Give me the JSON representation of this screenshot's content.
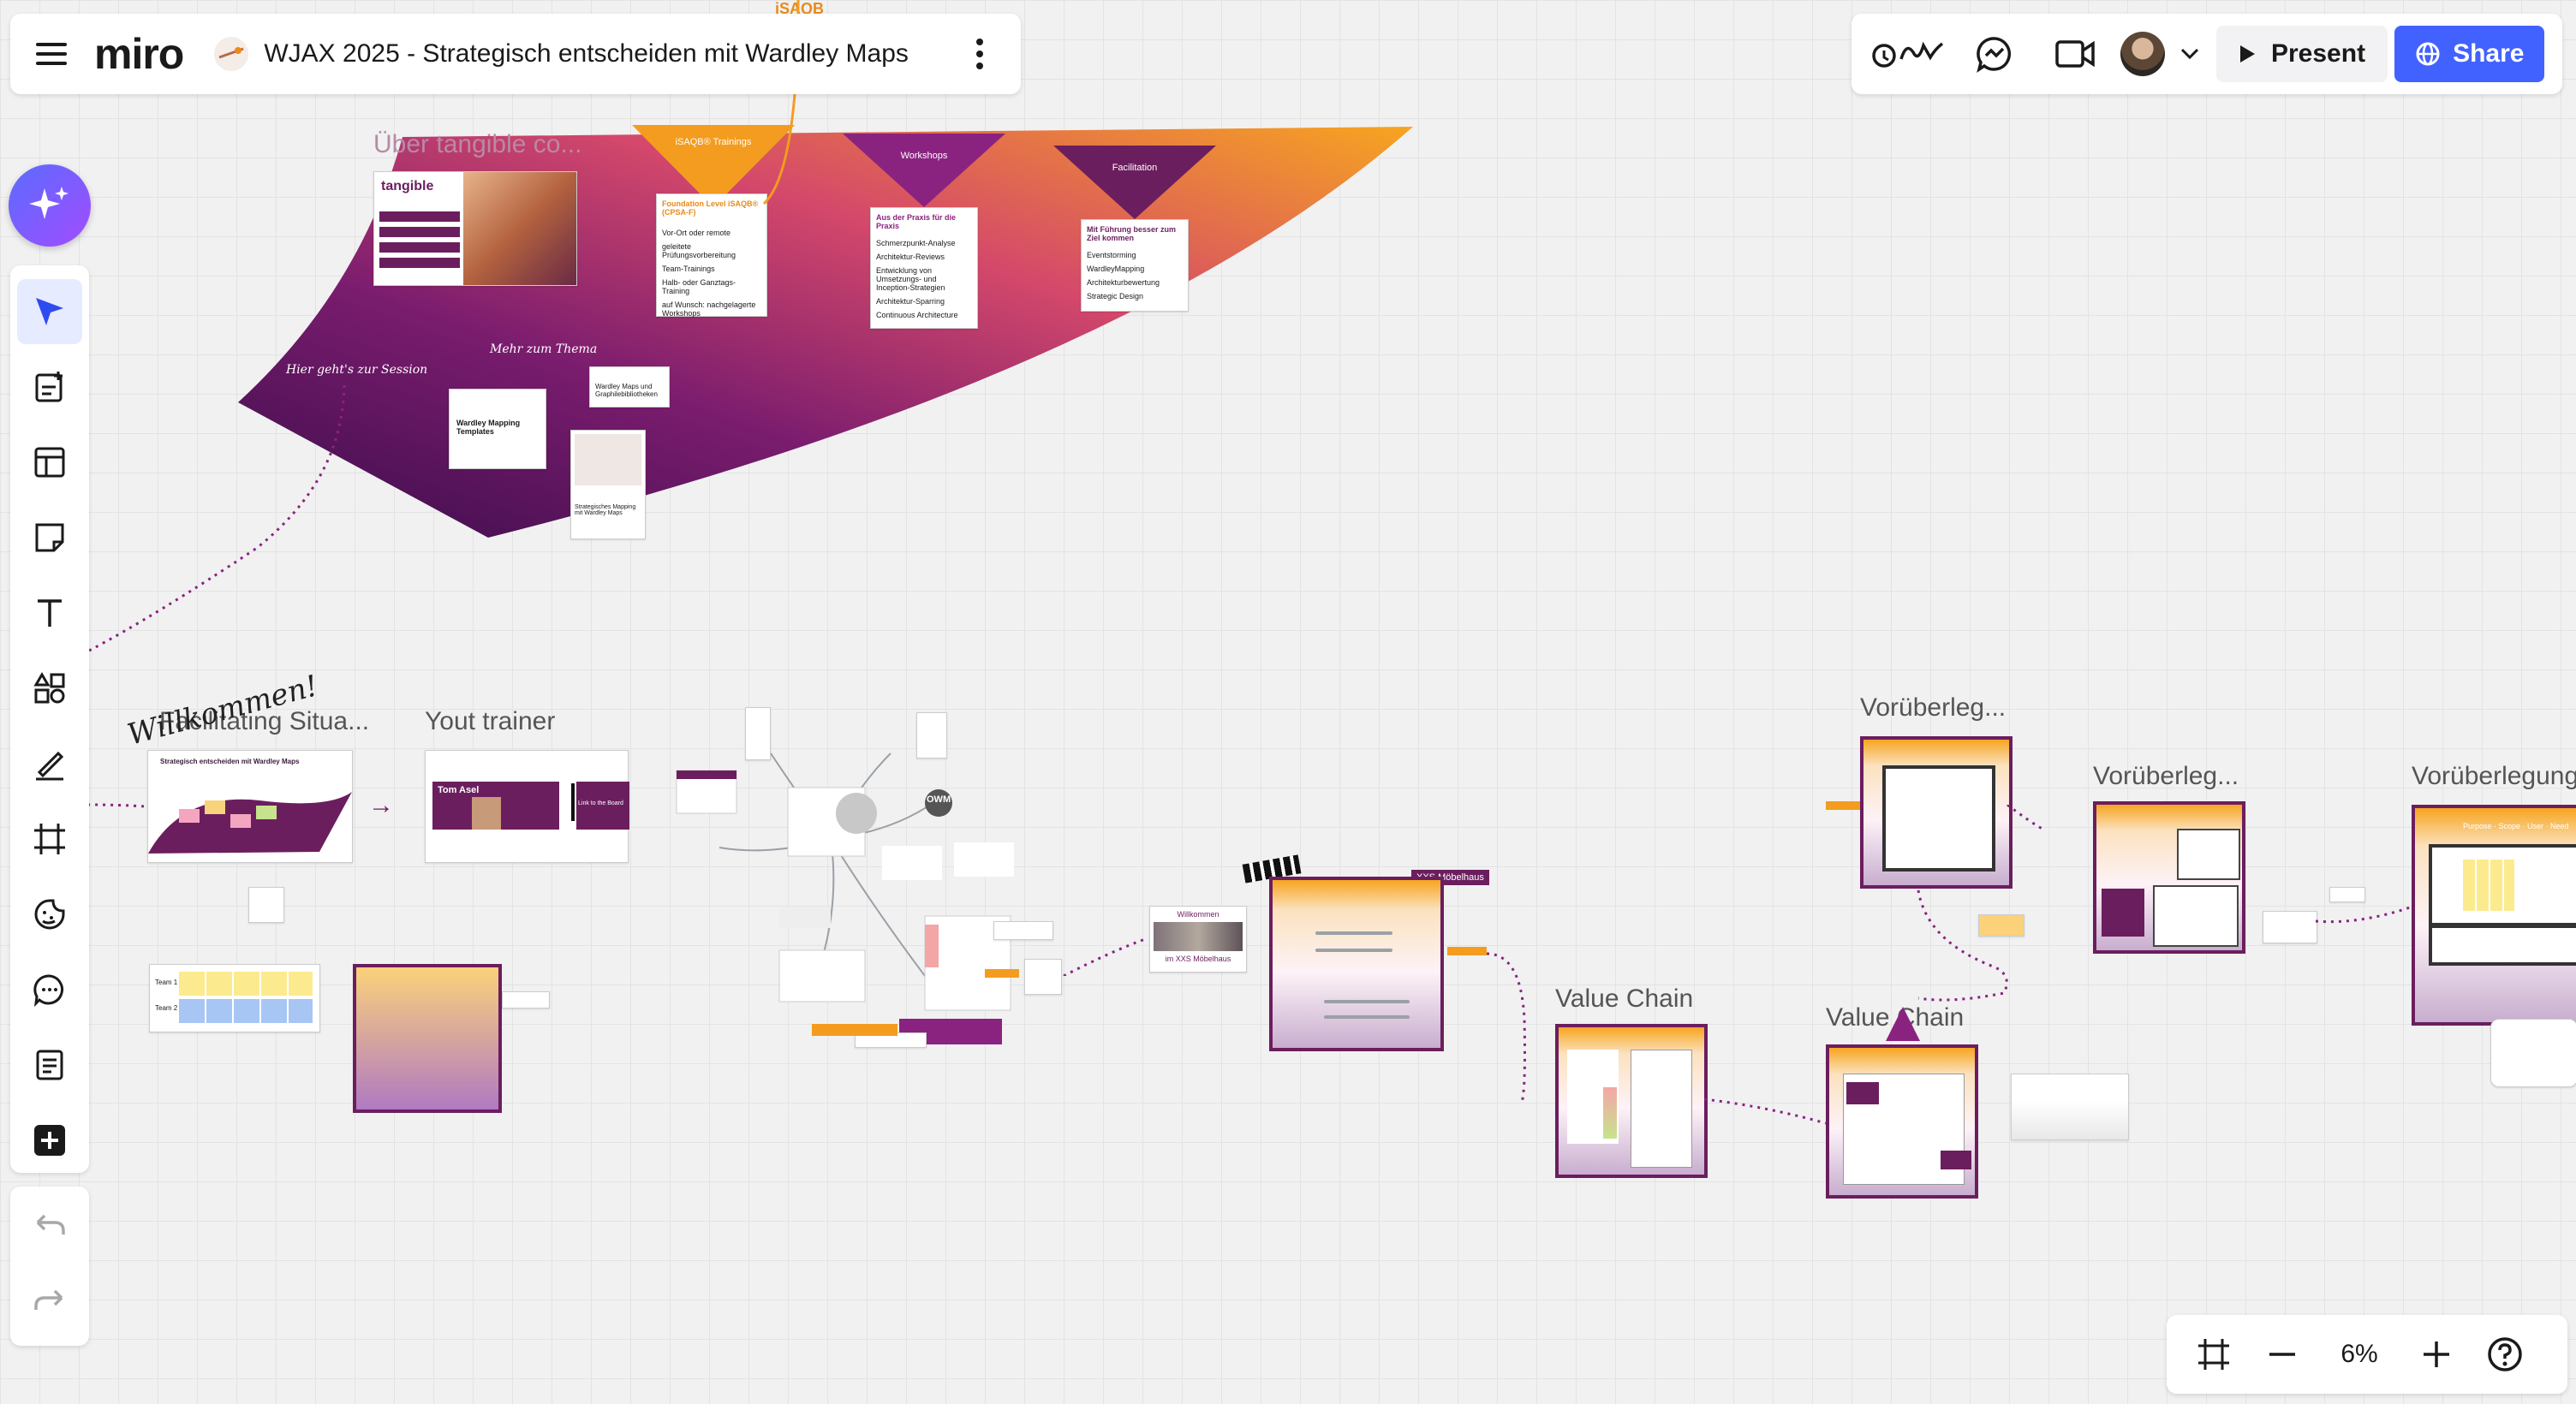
{
  "header": {
    "logo": "miro",
    "board_title": "WJAX 2025 - Strategisch entscheiden mit Wardley Maps"
  },
  "toolbar_right": {
    "present_label": "Present",
    "share_label": "Share"
  },
  "zoom": {
    "level": "6%"
  },
  "canvas": {
    "top_banner": {
      "title": "Über tangible co...",
      "label_top": "iSAQB",
      "triangles": [
        "iSAQB® Trainings",
        "Workshops",
        "Facilitation"
      ],
      "card1_title": "Foundation Level iSAQB® (CPSA-F)",
      "card1_items": [
        "Vor-Ort oder remote",
        "geleitete Prüfungsvorbereitung",
        "Team-Trainings",
        "Halb- oder Ganztags-Training",
        "auf Wunsch: nachgelagerte Workshops"
      ],
      "card2_title": "Aus der Praxis für die Praxis",
      "card2_items": [
        "Schmerzpunkt-Analyse",
        "Architektur-Reviews",
        "Entwicklung von Umsetzungs- und Inception-Strategien",
        "Architektur-Sparring",
        "Continuous Architecture"
      ],
      "card3_title": "Mit Führung besser zum Ziel kommen",
      "card3_items": [
        "Eventstorming",
        "WardleyMapping",
        "Architekturbewertung",
        "Strategic Design"
      ],
      "handwriting_session": "Hier geht's zur Session",
      "handwriting_more": "Mehr zum Thema",
      "card_templates": "Wardley Mapping Templates",
      "card_maps_books": "Wardley Maps und Graphilebibliotheken",
      "card_strategic": "Strategisches Mapping mit Wardley Maps"
    },
    "frames": {
      "facilitating": "Facilitating Situa...",
      "willkommen": "Willkommen!",
      "trainer": "Yout trainer",
      "trainer_name": "Tom Asel",
      "trainer_link": "Link to the Board",
      "wardley_slide": "Strategisch entscheiden mit Wardley Maps",
      "owm": "OWM",
      "willkommen_card": "Willkommen",
      "moebelhaus": "im XXS Möbelhaus",
      "xxs_badge": "XXS Möbelhaus",
      "value_chain_1": "Value Chain",
      "value_chain_2": "Value Chain",
      "voruberleg_1": "Vorüberleg...",
      "voruberleg_2": "Vorüberleg...",
      "voruberleg_3": "Vorüberlegung",
      "voruberleg_3_sub": "Purpose · Scope · User · Need",
      "team_1": "Team 1",
      "team_2": "Team 2"
    }
  }
}
